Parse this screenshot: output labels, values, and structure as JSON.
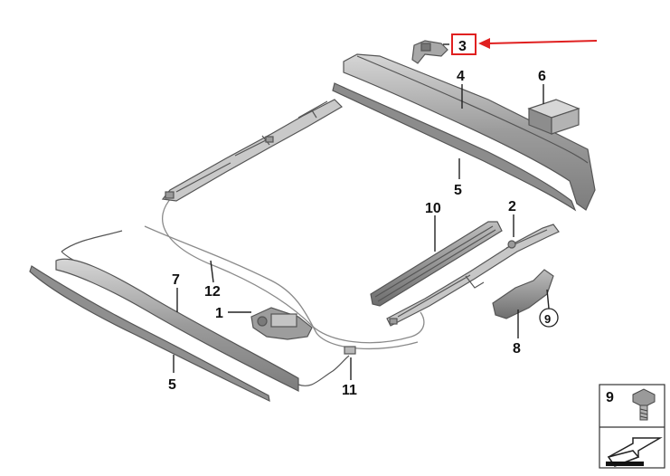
{
  "callouts": {
    "c1": "1",
    "c2": "2",
    "c3": "3",
    "c4": "4",
    "c5a": "5",
    "c5b": "5",
    "c6": "6",
    "c7": "7",
    "c8": "8",
    "c9": "9",
    "c10": "10",
    "c11": "11",
    "c12": "12"
  },
  "legend": {
    "number": "9"
  },
  "colors": {
    "highlight": "#e02020",
    "arrow": "#e02020"
  }
}
